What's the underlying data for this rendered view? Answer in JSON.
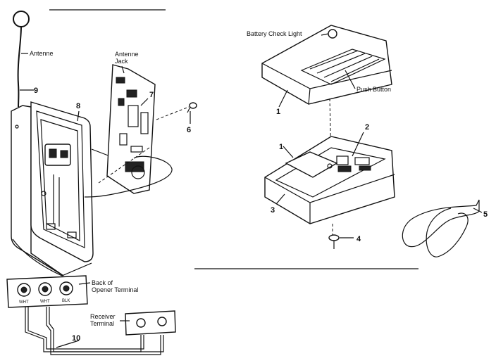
{
  "labels": {
    "antenna": "Antenne",
    "antenna_jack": "Antenne Jack",
    "battery_check_light": "Battery Check Light",
    "push_button": "Push Button",
    "back_of_opener_terminal": "Back of Opener Terminal",
    "receiver_terminal": "Receiver Terminal"
  },
  "terminal_labels": [
    "WHT",
    "WHT",
    "BLK"
  ],
  "callouts": [
    "1",
    "1",
    "2",
    "3",
    "4",
    "5",
    "6",
    "7",
    "8",
    "9",
    "10"
  ]
}
